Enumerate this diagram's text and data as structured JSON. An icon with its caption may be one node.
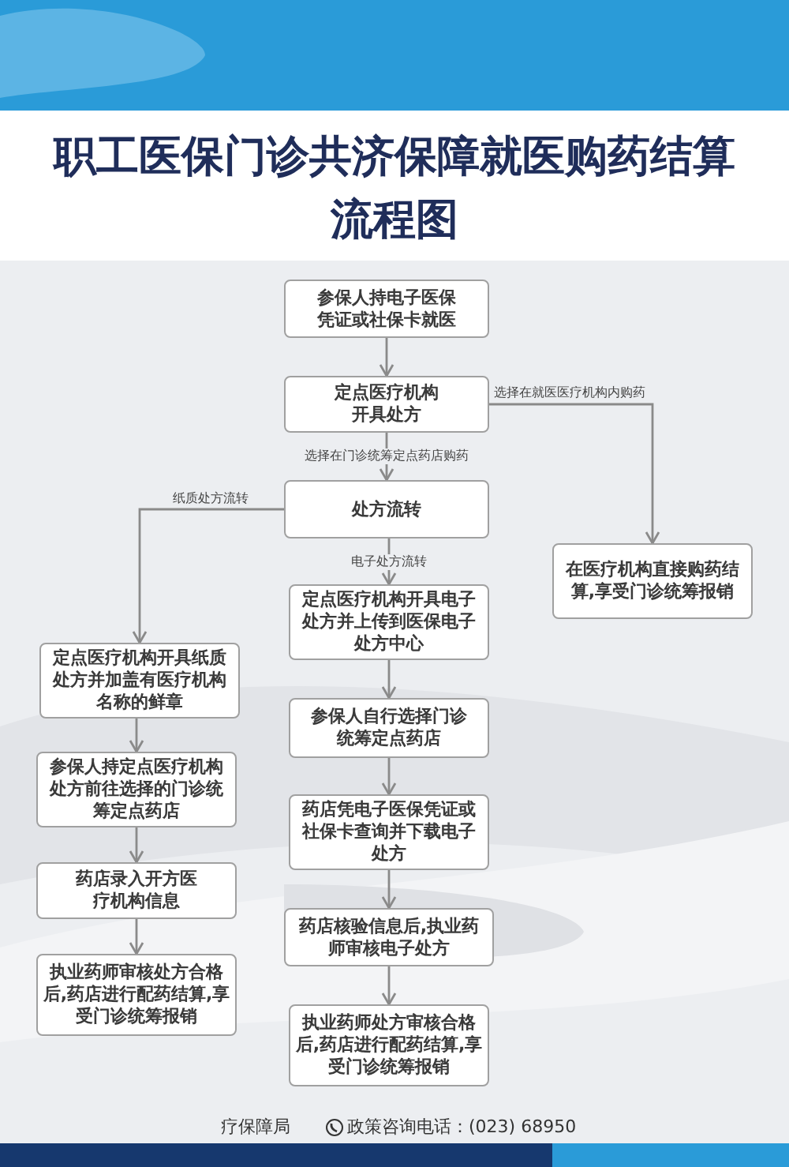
{
  "diagram": {
    "title": "职工医保门诊共济保障就医购药结算流程图",
    "nodes": [
      {
        "text": [
          "参保人持电子医保凭证或社保卡就医"
        ]
      },
      {
        "text": [
          "定点医疗机构开具处方"
        ]
      },
      {
        "text": [
          "处方流转"
        ]
      },
      {
        "text": [
          "在医疗机构直接购药结算,享受门诊统筹报销"
        ]
      },
      {
        "text": [
          "定点医疗机构开具电子处方并上传到医保电子处方中心"
        ]
      },
      {
        "text": [
          "定点医疗机构开具纸质处方并加盖有医疗机构名称的鲜章"
        ]
      },
      {
        "text": [
          "参保人自行选择门诊统筹定点药店"
        ]
      },
      {
        "text": [
          "参保人持定点医疗机构处方前往选择的门诊统筹定点药店"
        ]
      },
      {
        "text": [
          "药店凭电子医保凭证或社保卡查询并下载电子处方"
        ]
      },
      {
        "text": [
          "药店录入开方医疗机构信息"
        ]
      },
      {
        "text": [
          "药店核验信息后,执业药师审核电子处方"
        ]
      },
      {
        "text": [
          "执业药师审核处方合格后,药店进行配药结算,享受门诊统筹报销"
        ]
      },
      {
        "text": [
          "执业药师处方审核合格后,药店进行配药结算,享受门诊统筹报销"
        ]
      }
    ],
    "edges": [
      {
        "from": 0,
        "to": 1,
        "arrow": "to"
      },
      {
        "from": 1,
        "to": 2,
        "arrow": "to",
        "label": "选择在门诊统筹定点药店购药"
      },
      {
        "from": 1,
        "to": 3,
        "arrow": "to",
        "label": "选择在就医医疗机构内购药"
      },
      {
        "from": 2,
        "to": 5,
        "arrow": "to",
        "label": "纸质处方流转"
      },
      {
        "from": 2,
        "to": 4,
        "arrow": "to",
        "label": "电子处方流转"
      },
      {
        "from": 4,
        "to": 6,
        "arrow": "to"
      },
      {
        "from": 6,
        "to": 8,
        "arrow": "to"
      },
      {
        "from": 8,
        "to": 10,
        "arrow": "to"
      },
      {
        "from": 10,
        "to": 12,
        "arrow": "to"
      },
      {
        "from": 5,
        "to": 7,
        "arrow": "to"
      },
      {
        "from": 7,
        "to": 9,
        "arrow": "to"
      },
      {
        "from": 9,
        "to": 11,
        "arrow": "to"
      }
    ],
    "labels": [
      "疗保障局",
      "政策咨询电话：(023) 68950"
    ]
  }
}
